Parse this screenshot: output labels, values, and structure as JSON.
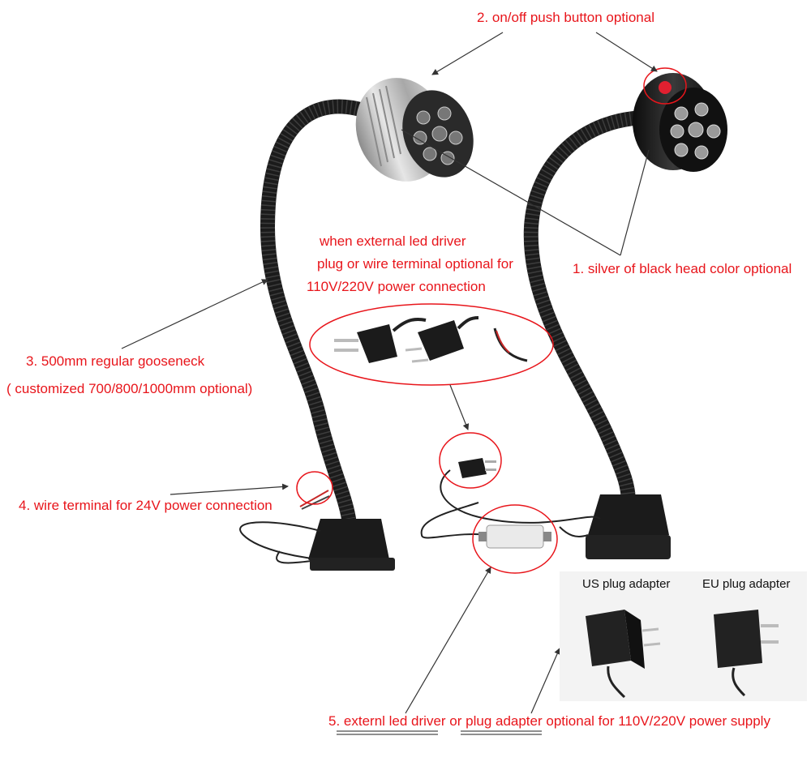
{
  "colors": {
    "label_red": "#e8151b",
    "arrow_dark": "#333333",
    "lamp_black": "#1b1b1b",
    "silver": "#b9b9b9",
    "button_red": "#e02030",
    "adapter_bg": "#f3f3f3"
  },
  "labels": {
    "push_button": "2. on/off push button optional",
    "head_color": "1. silver of black head color optional",
    "driver_line1": "when external led driver",
    "driver_line2": "plug or wire terminal optional for",
    "driver_line3": "110V/220V power connection",
    "gooseneck_line1": "3. 500mm  regular gooseneck",
    "gooseneck_line2": "( customized 700/800/1000mm optional)",
    "wire_terminal": "4. wire terminal for 24V power connection",
    "bottom_caption": "5. externl led driver or plug adapter optional for 110V/220V power supply"
  },
  "adapter_panel": {
    "us_label": "US plug adapter",
    "eu_label": "EU plug adapter"
  }
}
